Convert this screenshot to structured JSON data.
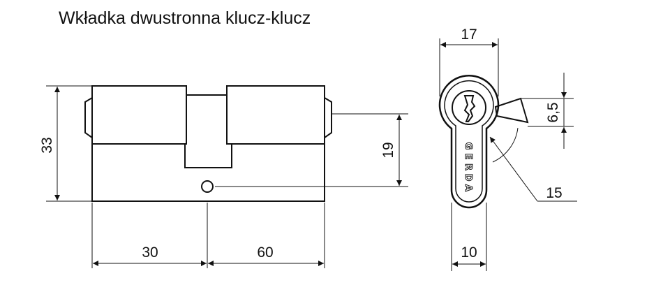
{
  "title": "Wkładka dwustronna klucz-klucz",
  "colors": {
    "ink": "#111111",
    "background": "#ffffff"
  },
  "dimensions": {
    "height_total": "33",
    "keyway_offset": "19",
    "left_length": "30",
    "right_length": "60",
    "width_top": "17",
    "cam_height": "6,5",
    "width_bottom": "10",
    "cam_radius": "15"
  },
  "brand_letters": [
    "G",
    "E",
    "R",
    "D",
    "A"
  ]
}
